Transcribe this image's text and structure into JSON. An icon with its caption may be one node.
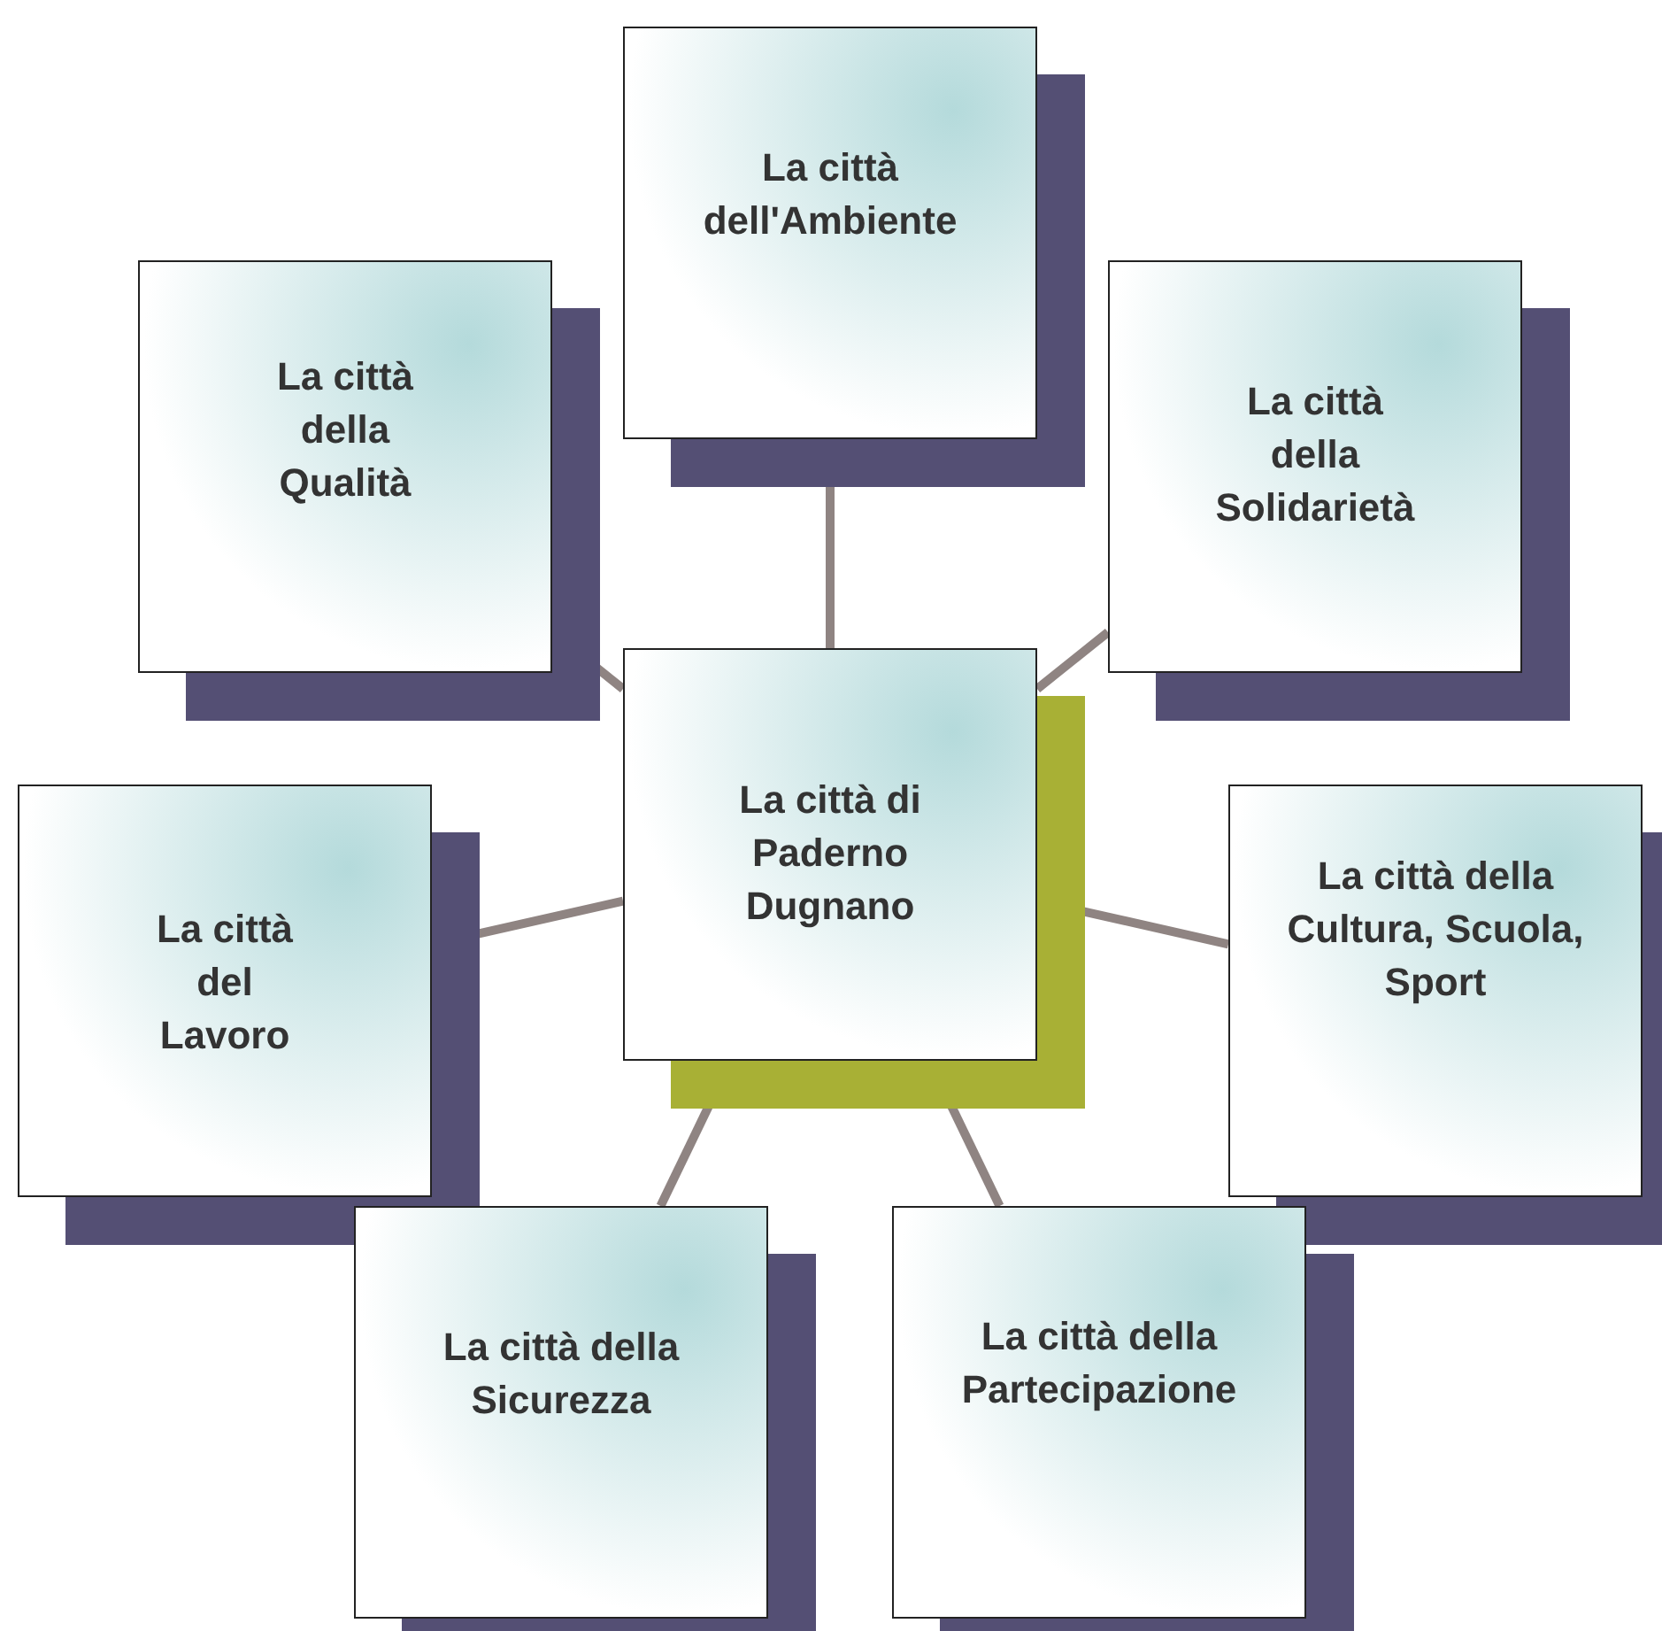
{
  "diagram": {
    "nodes": [
      {
        "text": [
          "La città di Paderno Dugnano"
        ]
      },
      {
        "text": [
          "La città dell'Ambiente"
        ]
      },
      {
        "text": [
          "La città della Qualità"
        ]
      },
      {
        "text": [
          "La città della Solidarietà"
        ]
      },
      {
        "text": [
          "La città del Lavoro"
        ]
      },
      {
        "text": [
          "La città della Cultura, Scuola, Sport"
        ]
      },
      {
        "text": [
          "La città della Sicurezza"
        ]
      },
      {
        "text": [
          "La città della Partecipazione"
        ]
      }
    ],
    "edges": [
      {
        "from": 0,
        "to": 1,
        "arrow": "none"
      },
      {
        "from": 0,
        "to": 2,
        "arrow": "none"
      },
      {
        "from": 0,
        "to": 3,
        "arrow": "none"
      },
      {
        "from": 0,
        "to": 4,
        "arrow": "none"
      },
      {
        "from": 0,
        "to": 5,
        "arrow": "none"
      },
      {
        "from": 0,
        "to": 6,
        "arrow": "none"
      },
      {
        "from": 0,
        "to": 7,
        "arrow": "none"
      }
    ]
  }
}
